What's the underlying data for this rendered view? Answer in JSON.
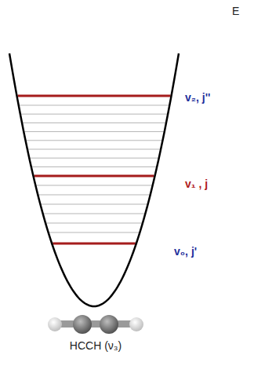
{
  "diagram": {
    "labels": [
      "E",
      "v₂, j''",
      "v₁ , j",
      "v₀, j'",
      "HCCH (ν₃)"
    ]
  }
}
